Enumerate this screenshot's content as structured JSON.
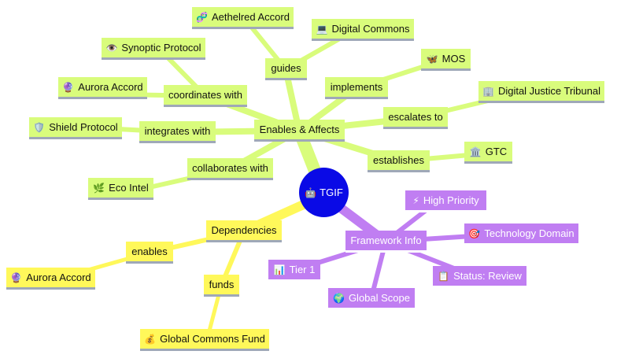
{
  "colors": {
    "green_node": "#d9fc7c",
    "green_edge": "#d9fc7c",
    "yellow_node": "#fff85a",
    "yellow_edge": "#fff85a",
    "purple_node": "#c07ef2",
    "purple_edge": "#c07ef2",
    "root_fill": "#0a0ae6",
    "underline_gray": "#9fa8b8"
  },
  "root": {
    "icon": "🤖",
    "label": "TGIF"
  },
  "nodes": {
    "enables_affects": {
      "icon": "",
      "label": "Enables & Affects"
    },
    "guides": {
      "icon": "",
      "label": "guides"
    },
    "aethelred_accord": {
      "icon": "🧬",
      "label": "Aethelred Accord"
    },
    "digital_commons": {
      "icon": "💻",
      "label": "Digital Commons"
    },
    "implements": {
      "icon": "",
      "label": "implements"
    },
    "mos": {
      "icon": "🦋",
      "label": "MOS"
    },
    "escalates_to": {
      "icon": "",
      "label": "escalates to"
    },
    "digital_justice_tribunal": {
      "icon": "🏢",
      "label": "Digital Justice Tribunal"
    },
    "establishes": {
      "icon": "",
      "label": "establishes"
    },
    "gtc": {
      "icon": "🏛️",
      "label": "GTC"
    },
    "coordinates_with": {
      "icon": "",
      "label": "coordinates with"
    },
    "synoptic_protocol": {
      "icon": "👁️",
      "label": "Synoptic Protocol"
    },
    "aurora_accord_green": {
      "icon": "🔮",
      "label": "Aurora Accord"
    },
    "integrates_with": {
      "icon": "",
      "label": "integrates with"
    },
    "shield_protocol": {
      "icon": "🛡️",
      "label": "Shield Protocol"
    },
    "collaborates_with": {
      "icon": "",
      "label": "collaborates with"
    },
    "eco_intel": {
      "icon": "🌿",
      "label": "Eco Intel"
    },
    "dependencies": {
      "icon": "",
      "label": "Dependencies"
    },
    "enables": {
      "icon": "",
      "label": "enables"
    },
    "aurora_accord_yellow": {
      "icon": "🔮",
      "label": "Aurora Accord"
    },
    "funds": {
      "icon": "",
      "label": "funds"
    },
    "global_commons_fund": {
      "icon": "💰",
      "label": "Global Commons Fund"
    },
    "framework_info": {
      "icon": "",
      "label": "Framework Info"
    },
    "high_priority": {
      "icon": "⚡",
      "label": "High Priority"
    },
    "technology_domain": {
      "icon": "🎯",
      "label": "Technology Domain"
    },
    "status_review": {
      "icon": "📋",
      "label": "Status: Review"
    },
    "global_scope": {
      "icon": "🌍",
      "label": "Global Scope"
    },
    "tier_1": {
      "icon": "📊",
      "label": "Tier 1"
    }
  }
}
